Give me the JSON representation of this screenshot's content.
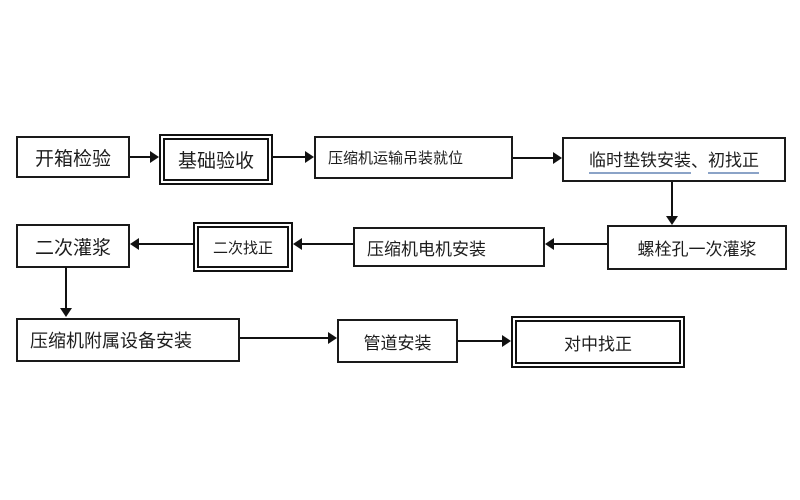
{
  "colors": {
    "background": "#ffffff",
    "box_border": "#1a1a1a",
    "text": "#1d1d1d",
    "arrow": "#111111",
    "underline": "#8ba3c7"
  },
  "flowchart": {
    "nodes": [
      {
        "label": "开箱检验",
        "emphasis": "none"
      },
      {
        "label": "基础验收",
        "emphasis": "double-border"
      },
      {
        "label": "压缩机运输吊装就位",
        "emphasis": "none"
      },
      {
        "emphasis": "underlined-segments",
        "parts": [
          {
            "text": "临时垫铁安装",
            "underlined": true
          },
          {
            "text": "、",
            "underlined": false
          },
          {
            "text": "初找正",
            "underlined": true
          }
        ]
      },
      {
        "label": "螺栓孔一次灌浆",
        "emphasis": "none"
      },
      {
        "label": "压缩机电机安装",
        "emphasis": "none"
      },
      {
        "label": "二次找正",
        "emphasis": "double-border"
      },
      {
        "label": "二次灌浆",
        "emphasis": "none"
      },
      {
        "label": "压缩机附属设备安装",
        "emphasis": "none"
      },
      {
        "label": "管道安装",
        "emphasis": "none"
      },
      {
        "label": "对中找正",
        "emphasis": "double-border"
      }
    ],
    "connections": [
      {
        "from": "开箱检验",
        "to": "基础验收",
        "direction": "right"
      },
      {
        "from": "基础验收",
        "to": "压缩机运输吊装就位",
        "direction": "right"
      },
      {
        "from": "压缩机运输吊装就位",
        "to": "临时垫铁安装、初找正",
        "direction": "right"
      },
      {
        "from": "临时垫铁安装、初找正",
        "to": "螺栓孔一次灌浆",
        "direction": "down"
      },
      {
        "from": "螺栓孔一次灌浆",
        "to": "压缩机电机安装",
        "direction": "left"
      },
      {
        "from": "压缩机电机安装",
        "to": "二次找正",
        "direction": "left"
      },
      {
        "from": "二次找正",
        "to": "二次灌浆",
        "direction": "left"
      },
      {
        "from": "二次灌浆",
        "to": "压缩机附属设备安装",
        "direction": "down"
      },
      {
        "from": "压缩机附属设备安装",
        "to": "管道安装",
        "direction": "right"
      },
      {
        "from": "管道安装",
        "to": "对中找正",
        "direction": "right"
      }
    ]
  }
}
